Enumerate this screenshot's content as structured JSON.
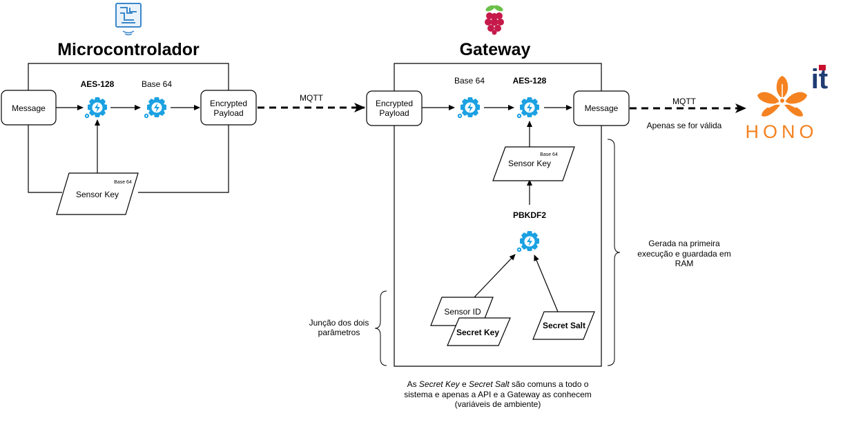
{
  "microcontroller": {
    "title": "Microcontrolador",
    "message": "Message",
    "aes": "AES-128",
    "base64": "Base 64",
    "payload_line1": "Encrypted",
    "payload_line2": "Payload",
    "sensor_key": "Sensor Key",
    "sensor_key_tag": "Base 64"
  },
  "mqtt_left": "MQTT",
  "gateway": {
    "title": "Gateway",
    "payload_line1": "Encrypted",
    "payload_line2": "Payload",
    "base64": "Base 64",
    "aes": "AES-128",
    "message": "Message",
    "sensor_key": "Sensor Key",
    "sensor_key_tag": "Base 64",
    "pbkdf2": "PBKDF2",
    "sensor_id": "Sensor ID",
    "secret_key": "Secret Key",
    "secret_salt": "Secret Salt"
  },
  "mqtt_right": "MQTT",
  "mqtt_right_note": "Apenas se for válida",
  "hono": {
    "logo_text": "HONO",
    "badge": "it"
  },
  "annotations": {
    "right_line1": "Gerada na primeira",
    "right_line2": "execução e guardada em",
    "right_line3": "RAM",
    "left_line1": "Junção dos dois",
    "left_line2": "parâmetros",
    "bottom_line1_a": "As ",
    "bottom_line1_b": "Secret Key",
    "bottom_line1_c": " e ",
    "bottom_line1_d": "Secret Salt",
    "bottom_line1_e": " são comuns a todo o",
    "bottom_line2": "sistema e apenas a API e a Gateway as conhecem",
    "bottom_line3": "(variáveis de ambiente)"
  },
  "colors": {
    "gear": "#1ba1e2",
    "raspberry": "#c51a4a",
    "leaf": "#6cc04a",
    "hono_orange": "#f58220",
    "it_red": "#c8102e",
    "it_navy": "#1f3c73",
    "chip": "#3a87c9"
  }
}
